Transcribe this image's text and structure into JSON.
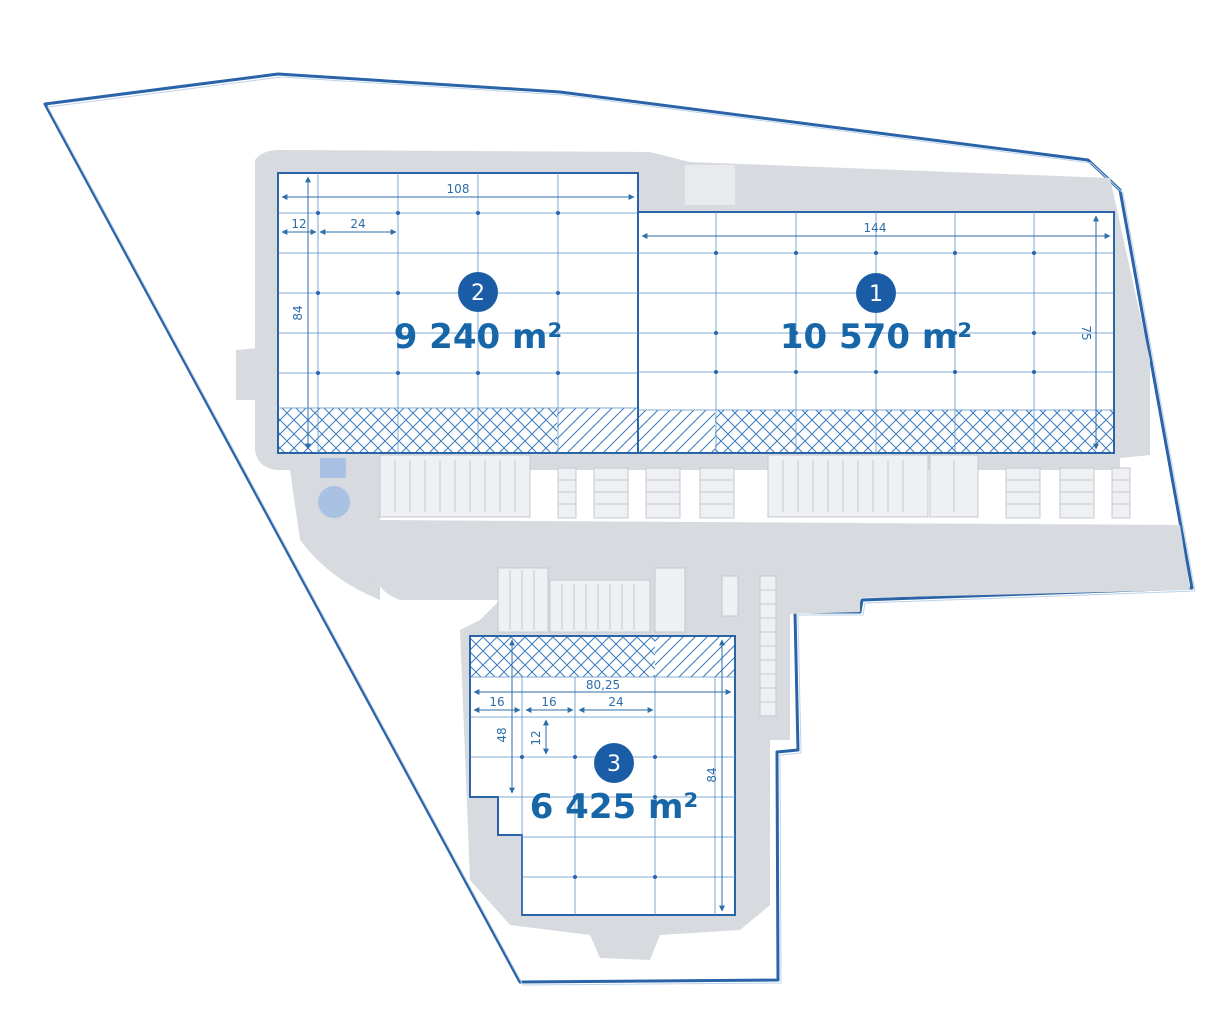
{
  "colors": {
    "outline": "#2a63a7",
    "grid": "#3a7bbd",
    "road": "#d7dadf",
    "area_text": "#1666a8",
    "badge": "#1b5ca7"
  },
  "buildings": [
    {
      "id": "1",
      "area": "10 570 m²",
      "dims": {
        "width": "144",
        "depth": "75"
      }
    },
    {
      "id": "2",
      "area": "9 240 m²",
      "dims": {
        "width": "108",
        "bay_small": "12",
        "bay_large": "24",
        "depth": "84"
      }
    },
    {
      "id": "3",
      "area": "6 425 m²",
      "dims": {
        "width": "80,25",
        "bay_a": "16",
        "bay_b": "16",
        "bay_c": "24",
        "bay_depth": "12",
        "depth_small": "48",
        "depth": "84"
      }
    }
  ]
}
